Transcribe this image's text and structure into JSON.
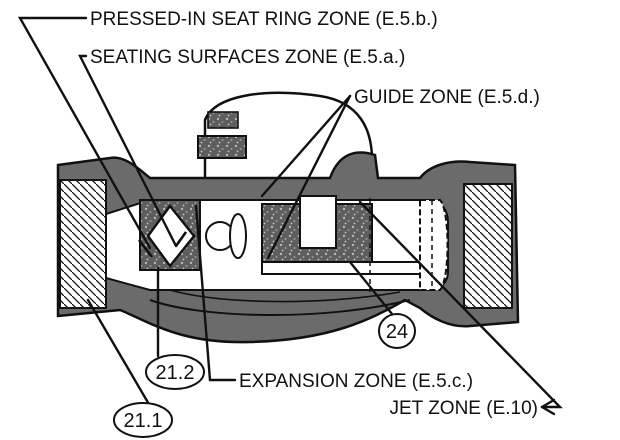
{
  "labels": {
    "pressed_in_seat_ring_zone": "PRESSED-IN SEAT RING ZONE (E.5.b.)",
    "seating_surfaces_zone": "SEATING SURFACES ZONE (E.5.a.)",
    "guide_zone": "GUIDE ZONE (E.5.d.)",
    "expansion_zone": "EXPANSION ZONE (E.5.c.)",
    "jet_zone": "JET ZONE (E.10)"
  },
  "callouts": {
    "c24": "24",
    "c21_2": "21.2",
    "c21_1": "21.1"
  }
}
